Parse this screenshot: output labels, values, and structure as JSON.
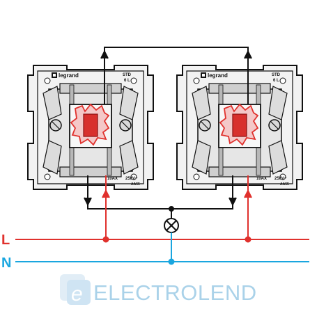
{
  "switches": [
    {
      "brand": "legrand",
      "model_line1": "STD",
      "model_line2": "6 L",
      "rating": "10AX",
      "voltage": "250V~",
      "code": "AA55"
    },
    {
      "brand": "legrand",
      "model_line1": "STD",
      "model_line2": "6 L",
      "rating": "10AX",
      "voltage": "250V~",
      "code": "AA55"
    }
  ],
  "lines": {
    "line_label": "L",
    "neutral_label": "N"
  },
  "watermark": {
    "letter": "e",
    "text": "ELECTROLEND"
  },
  "colors": {
    "line": "#e0312d",
    "neutral": "#1aa6df",
    "traveller": "#111111",
    "watermark": "#9ccbe6"
  },
  "icons": [
    "legrand-logo-icon",
    "lamp-icon",
    "screw-terminal-icon",
    "rocker-icon"
  ]
}
